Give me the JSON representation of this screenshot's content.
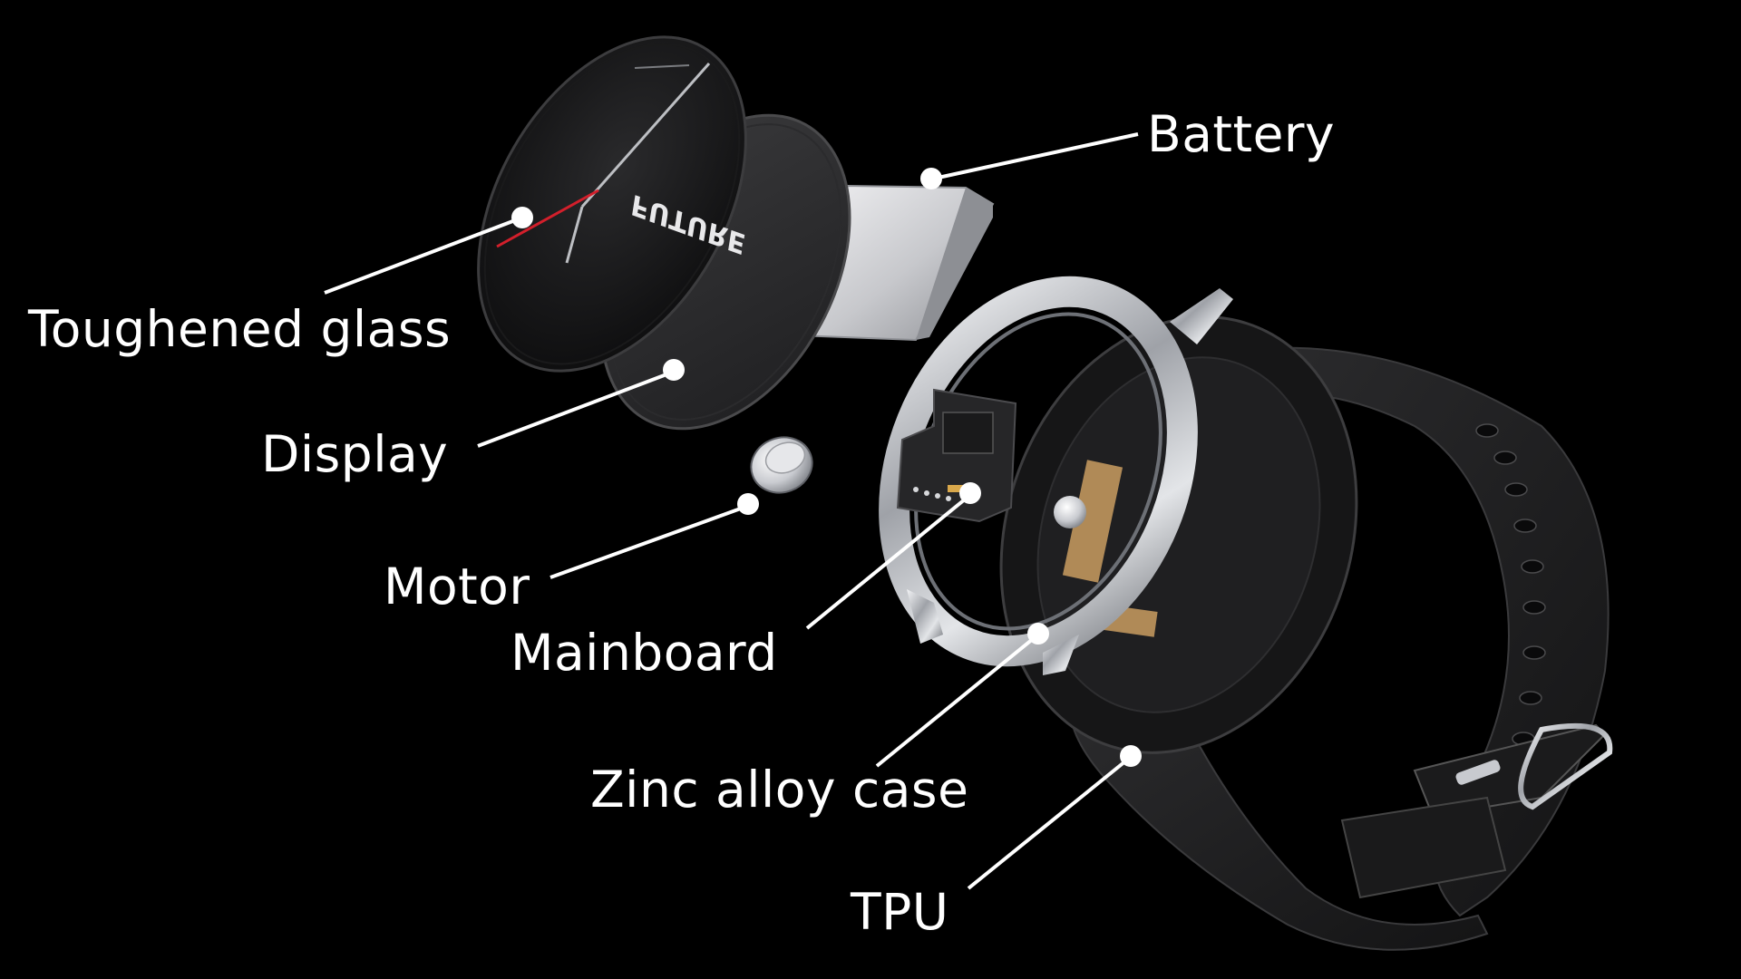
{
  "labels": {
    "battery": "Battery",
    "toughened_glass": "Toughened glass",
    "display": "Display",
    "motor": "Motor",
    "mainboard": "Mainboard",
    "zinc_alloy_case": "Zinc alloy case",
    "tpu": "TPU"
  },
  "watch_face_text": "FUTURE",
  "colors": {
    "background": "#000000",
    "label_text": "#ffffff",
    "leader_line": "#ffffff",
    "accent_red": "#d21f2b",
    "steel": "#c9ccd1",
    "strap": "#1c1c1e"
  }
}
